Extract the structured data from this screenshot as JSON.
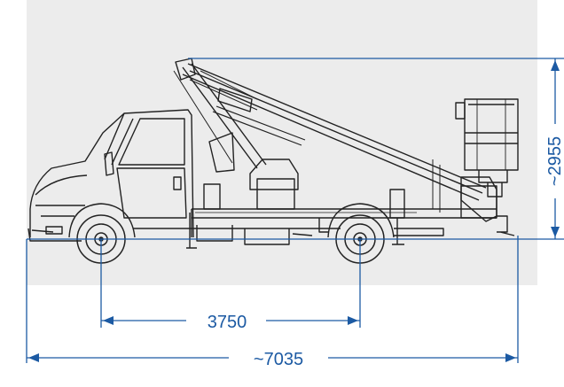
{
  "dimensions": {
    "wheelbase_label": "3750",
    "overall_length_label": "~7035",
    "max_height_label": "~2955"
  },
  "colors": {
    "background_panel": "#ececec",
    "drawing_lines": "#222222",
    "dimension_lines": "#1c5aa3"
  }
}
